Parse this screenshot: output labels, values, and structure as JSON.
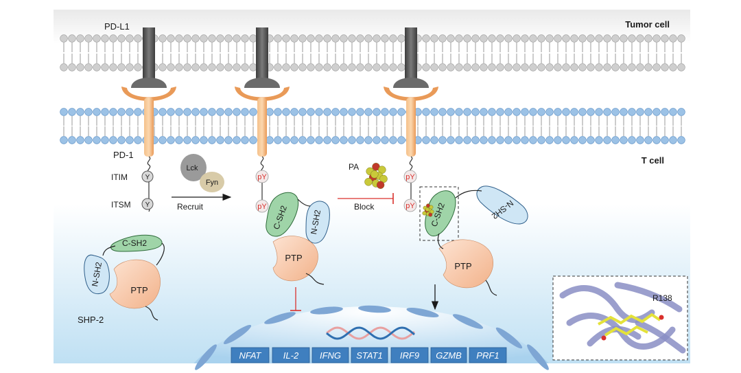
{
  "cells": {
    "tumor": "Tumor cell",
    "tcell": "T cell"
  },
  "ligand": "PD-L1",
  "receptor": "PD-1",
  "motifs": {
    "itim": "ITIM",
    "itsm": "ITSM",
    "tyrosine": "Y",
    "phospho": "pY"
  },
  "kinases": {
    "lck": "Lck",
    "fyn": "Fyn"
  },
  "arrows": {
    "recruit": "Recruit",
    "block": "Block"
  },
  "inhibitor": "PA",
  "domains": {
    "csh2": "C-SH2",
    "nsh2": "N-SH2",
    "ptp": "PTP"
  },
  "shp2": "SHP-2",
  "inset_residue": "R138",
  "genes": [
    "NFAT",
    "IL-2",
    "IFNG",
    "STAT1",
    "IRF9",
    "GZMB",
    "PRF1"
  ],
  "colors": {
    "tumor_lipid": "#c9c9c9",
    "tcell_lipid": "#8fb4dc",
    "pd1": "#f0b27a",
    "pdl1": "#5a5a5a",
    "csh2": "#9fd4a8",
    "nsh2": "#cfe6f5",
    "ptp": "#f7c4a5",
    "pY": "#d9302c",
    "nucleus": "#8fb4dc",
    "gene_box": "#3f7fbf"
  }
}
